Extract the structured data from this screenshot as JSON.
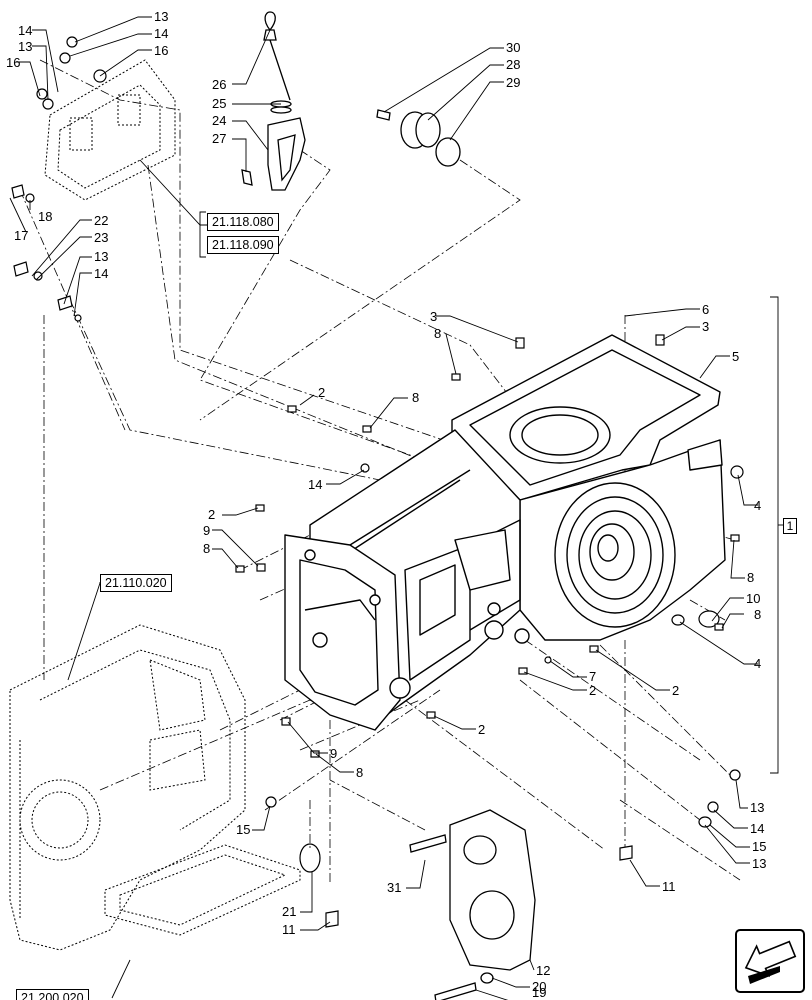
{
  "reference_boxes": [
    {
      "id": "ref-21-118-080",
      "text": "21.118.080"
    },
    {
      "id": "ref-21-118-090",
      "text": "21.118.090"
    },
    {
      "id": "ref-21-110-020",
      "text": "21.110.020"
    },
    {
      "id": "ref-21-200-020",
      "text": "21.200.020"
    }
  ],
  "group_label": "1",
  "callouts": [
    {
      "text": "13"
    },
    {
      "text": "14"
    },
    {
      "text": "16"
    },
    {
      "text": "14"
    },
    {
      "text": "13"
    },
    {
      "text": "16"
    },
    {
      "text": "18"
    },
    {
      "text": "17"
    },
    {
      "text": "22"
    },
    {
      "text": "23"
    },
    {
      "text": "13"
    },
    {
      "text": "14"
    },
    {
      "text": "26"
    },
    {
      "text": "25"
    },
    {
      "text": "24"
    },
    {
      "text": "27"
    },
    {
      "text": "30"
    },
    {
      "text": "28"
    },
    {
      "text": "29"
    },
    {
      "text": "3"
    },
    {
      "text": "8"
    },
    {
      "text": "2"
    },
    {
      "text": "8"
    },
    {
      "text": "14"
    },
    {
      "text": "2"
    },
    {
      "text": "9"
    },
    {
      "text": "8"
    },
    {
      "text": "6"
    },
    {
      "text": "3"
    },
    {
      "text": "5"
    },
    {
      "text": "4"
    },
    {
      "text": "8"
    },
    {
      "text": "10"
    },
    {
      "text": "8"
    },
    {
      "text": "4"
    },
    {
      "text": "7"
    },
    {
      "text": "2"
    },
    {
      "text": "2"
    },
    {
      "text": "2"
    },
    {
      "text": "9"
    },
    {
      "text": "8"
    },
    {
      "text": "15"
    },
    {
      "text": "13"
    },
    {
      "text": "14"
    },
    {
      "text": "15"
    },
    {
      "text": "13"
    },
    {
      "text": "11"
    },
    {
      "text": "31"
    },
    {
      "text": "12"
    },
    {
      "text": "20"
    },
    {
      "text": "19"
    },
    {
      "text": "21"
    },
    {
      "text": "11"
    }
  ],
  "icons": {
    "navigation": "previous-page-arrow-icon"
  },
  "colors": {
    "line": "#000000",
    "background": "#ffffff"
  }
}
